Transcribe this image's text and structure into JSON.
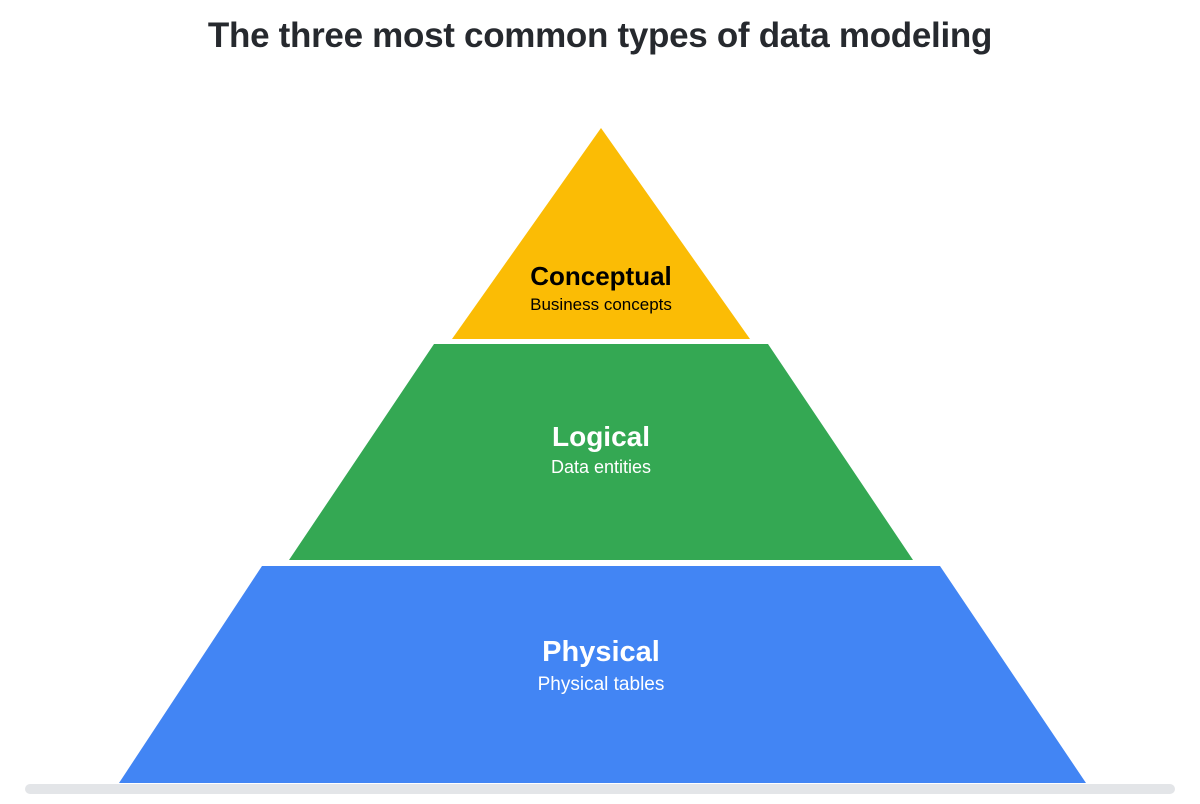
{
  "page": {
    "title": "The three most common types of data modeling",
    "background_color": "#ffffff",
    "title_color": "#26292e"
  },
  "chart_data": {
    "type": "pyramid",
    "title": "The three most common types of data modeling",
    "orientation": "apex-up",
    "tier_count": 3,
    "legend": "none",
    "grid": false,
    "tiers": [
      {
        "rank": 1,
        "position": "top",
        "label": "Conceptual",
        "sublabel": "Business concepts",
        "fill_color": "#fbbc05",
        "text_color": "#000000",
        "shape": "triangle"
      },
      {
        "rank": 2,
        "position": "middle",
        "label": "Logical",
        "sublabel": "Data entities",
        "fill_color": "#34a853",
        "text_color": "#ffffff",
        "shape": "trapezoid"
      },
      {
        "rank": 3,
        "position": "bottom",
        "label": "Physical",
        "sublabel": "Physical tables",
        "fill_color": "#4285f4",
        "text_color": "#ffffff",
        "shape": "trapezoid"
      }
    ]
  },
  "baseline": {
    "color": "#e3e5e8"
  }
}
